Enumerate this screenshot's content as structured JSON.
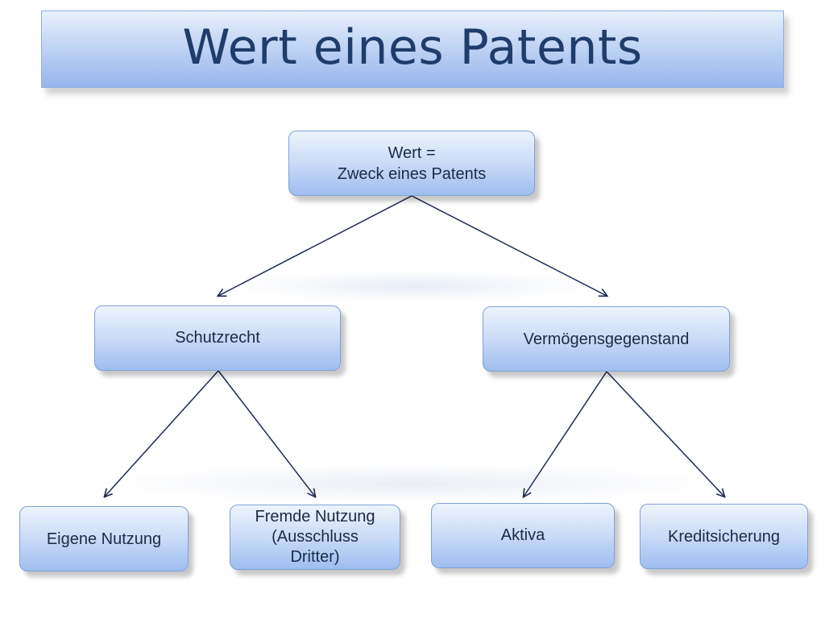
{
  "title": "Wert eines Patents",
  "nodes": {
    "root": "Wert =\nZweck eines Patents",
    "schutzrecht": "Schutzrecht",
    "vermoegen": "Vermögensgegenstand",
    "eigene": "Eigene Nutzung",
    "fremde": "Fremde Nutzung\n(Ausschluss\nDritter)",
    "aktiva": "Aktiva",
    "kredit": "Kreditsicherung"
  },
  "colors": {
    "title_text": "#1f3d6b",
    "node_fill": "#c9dbf7",
    "node_border": "#7fa1d6",
    "arrow": "#1b2a52"
  }
}
